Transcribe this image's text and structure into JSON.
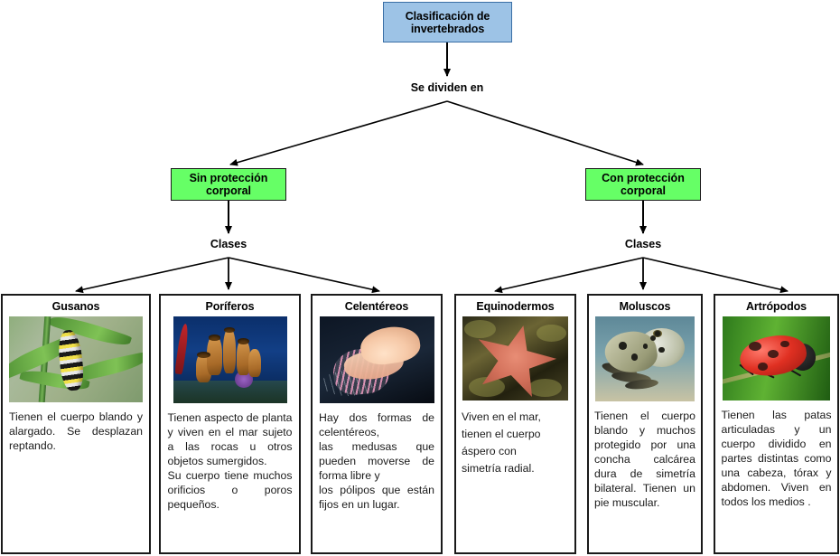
{
  "diagram": {
    "root": {
      "label": "Clasificación de invertebrados",
      "fill": "#9DC3E6",
      "border": "#3a6ea5"
    },
    "connectors": {
      "se_dividen_en": "Se dividen en",
      "clases_left": "Clases",
      "clases_right": "Clases"
    },
    "branches": [
      {
        "label": "Sin protección corporal",
        "fill": "#66FF66"
      },
      {
        "label": "Con protección corporal",
        "fill": "#66FF66"
      }
    ],
    "classes": [
      {
        "title": "Gusanos",
        "image": "caterpillar-on-leaves-photo",
        "description": "Tienen el cuerpo blando y alargado. Se desplazan reptando."
      },
      {
        "title": "Poríferos",
        "image": "sea-sponges-photo",
        "description": "Tienen aspecto de planta y viven en el mar sujeto a las rocas u otros objetos sumergidos.\nSu cuerpo tiene muchos orificios o poros pequeños."
      },
      {
        "title": "Celentéreos",
        "image": "jellyfish-photo",
        "description": "Hay dos formas de celentéreos,\nlas medusas que pueden moverse de forma libre y\nlos pólipos que están fijos en un lugar."
      },
      {
        "title": "Equinodermos",
        "image": "starfish-photo",
        "description": "Viven en el mar,\ntienen el cuerpo\náspero con\nsimetría radial."
      },
      {
        "title": "Moluscos",
        "image": "octopus-photo",
        "description": "Tienen el cuerpo blando y muchos protegido por una concha calcárea dura de simetría bilateral. Tienen un pie muscular."
      },
      {
        "title": "Artrópodos",
        "image": "ladybug-photo",
        "description": "Tienen las patas articuladas y un cuerpo dividido en partes distintas como una cabeza, tórax y abdomen. Viven en todos los medios ."
      }
    ]
  }
}
